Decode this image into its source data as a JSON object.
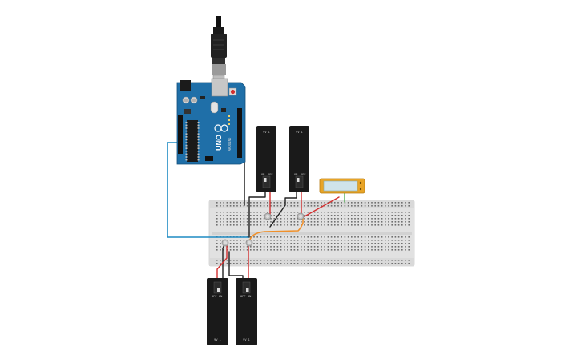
{
  "board": {
    "logo_text": "UNO",
    "brand_text": "ARDUINO",
    "usb_connector": "usb-cable-icon"
  },
  "batteries": {
    "top_left": {
      "top_label": "9V 1",
      "switch_left": "ON",
      "switch_right": "OFF"
    },
    "top_right": {
      "top_label": "9V 1",
      "switch_left": "ON",
      "switch_right": "OFF"
    },
    "bottom_left": {
      "switch_left": "OFF",
      "switch_right": "ON",
      "bottom_label": "9V 1"
    },
    "bottom_right": {
      "switch_left": "OFF",
      "switch_right": "ON",
      "bottom_label": "9V 1"
    }
  },
  "wire_colors": {
    "black": "#222222",
    "red": "#d32f2f",
    "blue": "#1e8bc3",
    "orange": "#f0902a"
  },
  "colors": {
    "board": "#1f6fa8",
    "breadboard": "#e3e3e3",
    "battery": "#1a1a1a",
    "display": "#e8a427"
  }
}
